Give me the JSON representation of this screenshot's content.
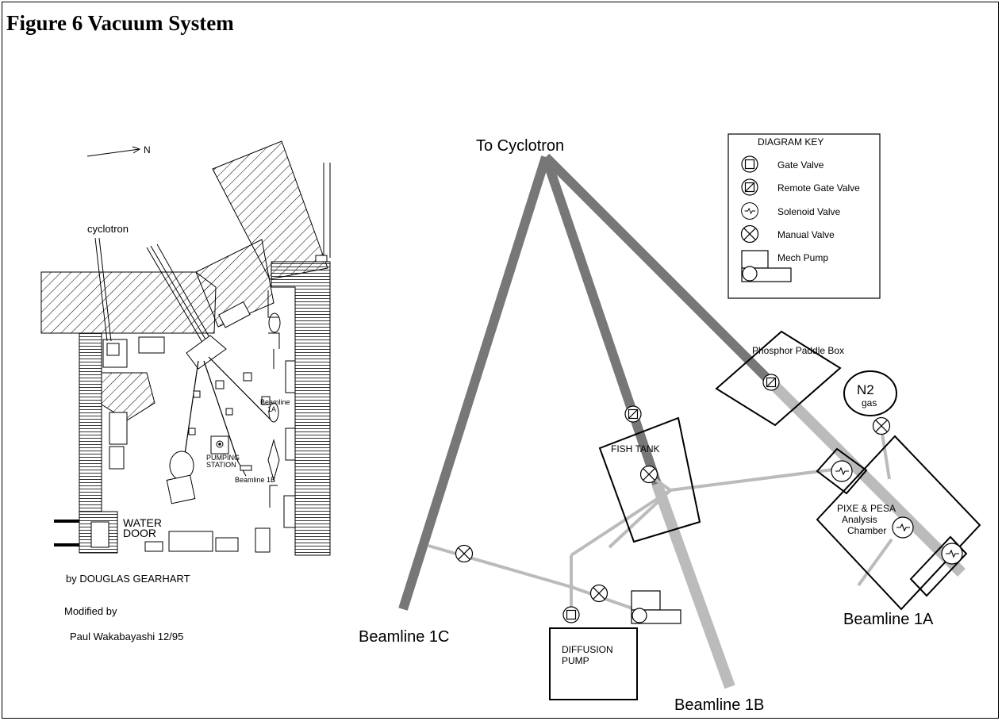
{
  "figure_title": "Figure 6  Vacuum System",
  "floorplan": {
    "north_label": "N",
    "cyclotron_label": "cyclotron",
    "beamline_1a": [
      "Beamline",
      "1A"
    ],
    "beamline_1b": "Beamline 1B",
    "pumping_station": [
      "PUMPING",
      "STATION"
    ],
    "water_door": [
      "WATER",
      "DOOR"
    ]
  },
  "credits": {
    "author": "by DOUGLAS GEARHART",
    "modified": "Modified by",
    "modifier": "Paul Wakabayashi 12/95"
  },
  "schematic": {
    "to_cyclotron": "To Cyclotron",
    "beamline_1a": "Beamline 1A",
    "beamline_1b": "Beamline 1B",
    "beamline_1c": "Beamline 1C",
    "phosphor_box": "Phosphor Paddle Box",
    "fish_tank": "FISH TANK",
    "n2": "N2",
    "gas": "gas",
    "pixe_lines": [
      "PIXE & PESA",
      "Analysis",
      "Chamber"
    ],
    "diffusion_pump": [
      "DIFFUSION",
      "PUMP"
    ],
    "colors": {
      "dark_line": "#777777",
      "light_line": "#bbbbbb"
    }
  },
  "key": {
    "title": "DIAGRAM KEY",
    "items": [
      {
        "symbol": "gate-valve",
        "label": "Gate Valve"
      },
      {
        "symbol": "remote-gate-valve",
        "label": "Remote Gate Valve"
      },
      {
        "symbol": "solenoid-valve",
        "label": "Solenoid Valve"
      },
      {
        "symbol": "manual-valve",
        "label": "Manual Valve"
      },
      {
        "symbol": "mech-pump",
        "label": "Mech Pump"
      }
    ]
  }
}
